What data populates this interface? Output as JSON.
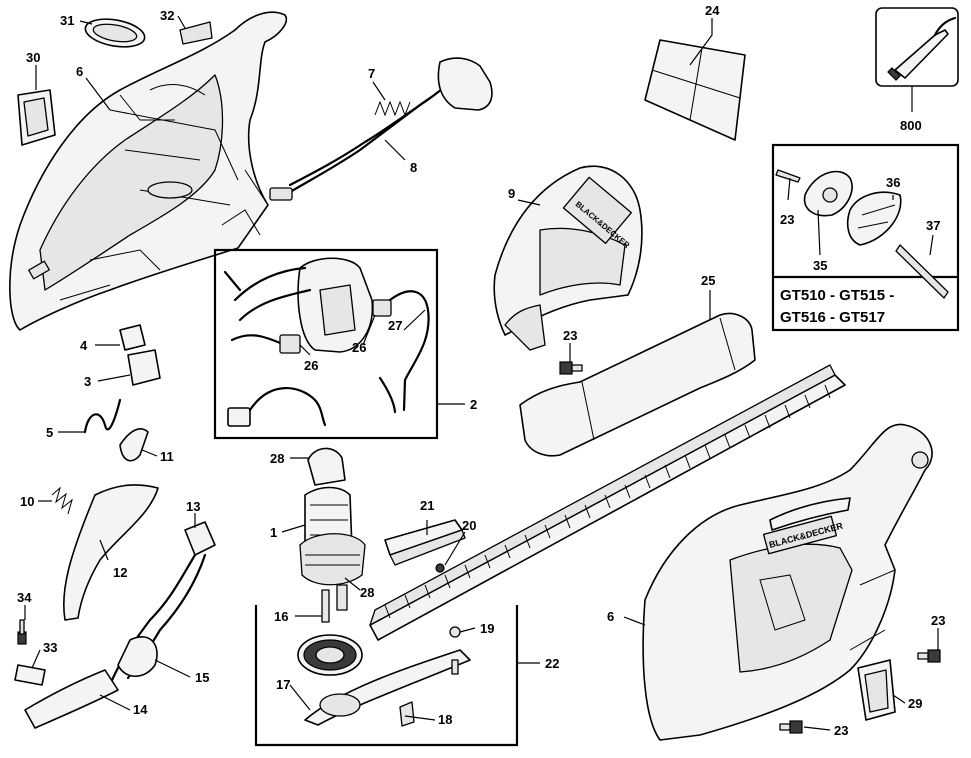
{
  "callouts": {
    "c31": "31",
    "c32": "32",
    "c30": "30",
    "c6a": "6",
    "c7": "7",
    "c8": "8",
    "c24": "24",
    "c800": "800",
    "c9": "9",
    "c23a": "23",
    "c35": "35",
    "c36": "36",
    "c37": "37",
    "c4": "4",
    "c3": "3",
    "c5": "5",
    "c11": "11",
    "c26a": "26",
    "c26b": "26",
    "c27": "27",
    "c2": "2",
    "c23b": "23",
    "c25": "25",
    "c28a": "28",
    "c1": "1",
    "c28b": "28",
    "c21": "21",
    "c20": "20",
    "c10": "10",
    "c12": "12",
    "c13": "13",
    "c34": "34",
    "c33": "33",
    "c15": "15",
    "c14": "14",
    "c16": "16",
    "c17": "17",
    "c18": "18",
    "c19": "19",
    "c22": "22",
    "c6b": "6",
    "c23c": "23",
    "c29": "29",
    "c23d": "23"
  },
  "models": {
    "line1": "GT510 - GT515 -",
    "line2": "GT516 - GT517"
  },
  "decals": {
    "brand": "BLACK&DECKER"
  }
}
